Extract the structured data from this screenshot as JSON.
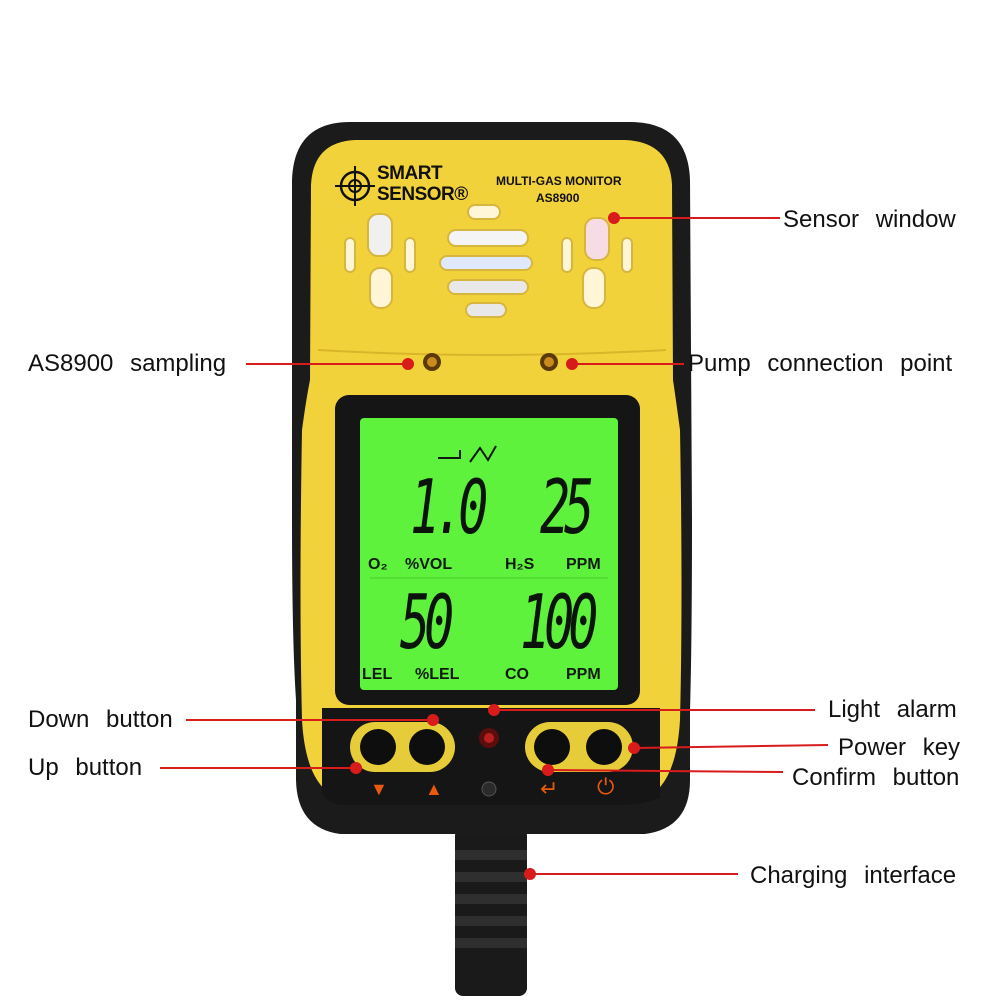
{
  "device": {
    "brand_line1": "SMART",
    "brand_line2": "SENSOR®",
    "model_title": "MULTI-GAS MONITOR",
    "model_code": "AS8900",
    "colors": {
      "body": "#f2d23a",
      "bumper": "#1b1b1b",
      "lcd": "#5ef23c",
      "accent": "#e8590c",
      "leader": "#d81b1b"
    }
  },
  "lcd": {
    "readings": [
      {
        "id": "o2",
        "value": "1.0",
        "gas": "O₂",
        "unit": "%VOL"
      },
      {
        "id": "h2s",
        "value": "25",
        "gas": "H₂S",
        "unit": "PPM"
      },
      {
        "id": "lel",
        "value": "50",
        "gas": "LEL",
        "unit": "%LEL"
      },
      {
        "id": "co",
        "value": "100",
        "gas": "CO",
        "unit": "PPM"
      }
    ]
  },
  "keys": {
    "down_icon": "▼",
    "up_icon": "▲",
    "confirm_icon": "↵",
    "power_icon": "⏻"
  },
  "callouts": {
    "sensor_window": "Sensor window",
    "sampling": "AS8900 sampling",
    "pump": "Pump connection point",
    "light_alarm": "Light alarm",
    "down_button": "Down button",
    "power_key": "Power key",
    "up_button": "Up button",
    "confirm_button": "Confirm button",
    "charging": "Charging interface"
  }
}
